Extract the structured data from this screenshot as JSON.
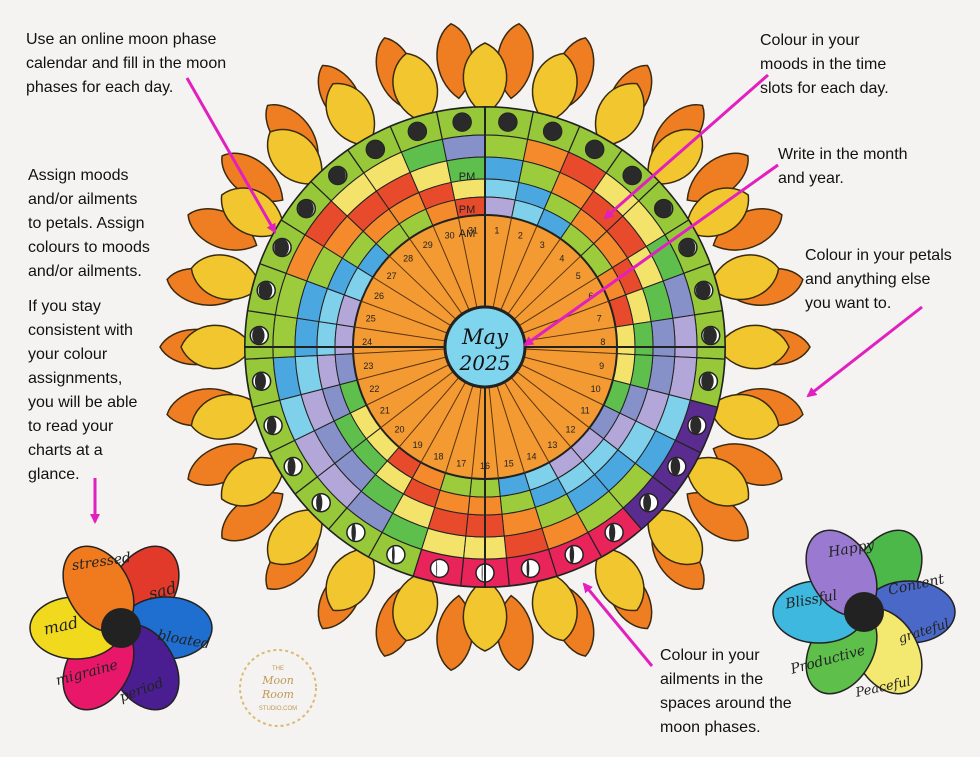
{
  "annotations": {
    "moon_calendar": "Use an online moon phase\ncalendar and fill in the moon\nphases for each day.",
    "colour_moods": "Colour in your\nmoods in the time\nslots for each day.",
    "write_month": "Write in the month\nand year.",
    "assign_moods": "Assign moods\nand/or ailments\nto petals. Assign\ncolours to moods\nand/or ailments.",
    "consistent": "If you stay\nconsistent with\nyour colour\nassignments,\nyou will be able\nto read your\ncharts at a\nglance.",
    "colour_petals": "Colour in your petals\nand anything else\nyou want to.",
    "colour_ailments": "Colour in your\nailments in the\nspaces around the\nmoon phases."
  },
  "chart": {
    "month": "May",
    "year": "2025",
    "ring_labels": [
      "PM",
      "PM",
      "AM"
    ],
    "days": [
      "1",
      "2",
      "3",
      "4",
      "5",
      "6",
      "7",
      "8",
      "9",
      "10",
      "11",
      "12",
      "13",
      "14",
      "15",
      "16",
      "17",
      "18",
      "19",
      "20",
      "21",
      "22",
      "23",
      "24",
      "25",
      "26",
      "27",
      "28",
      "29",
      "30",
      "31"
    ]
  },
  "left_flower": {
    "petals": [
      "stressed",
      "sad",
      "bloated",
      "period",
      "migraine",
      "mad"
    ]
  },
  "right_flower": {
    "petals": [
      "Happy",
      "Content",
      "grateful",
      "Peaceful",
      "Productive",
      "Blissful"
    ]
  },
  "logo": {
    "lines": [
      "THE",
      "Moon",
      "Room",
      "STUDIO.COM"
    ]
  },
  "colors": {
    "arrow": "#e21fbf",
    "petal_inner": "#f2c62e",
    "petal_outer": "#ef7d22",
    "wheel_center": "#f29a33",
    "ring_green": "#9ccc3c"
  }
}
